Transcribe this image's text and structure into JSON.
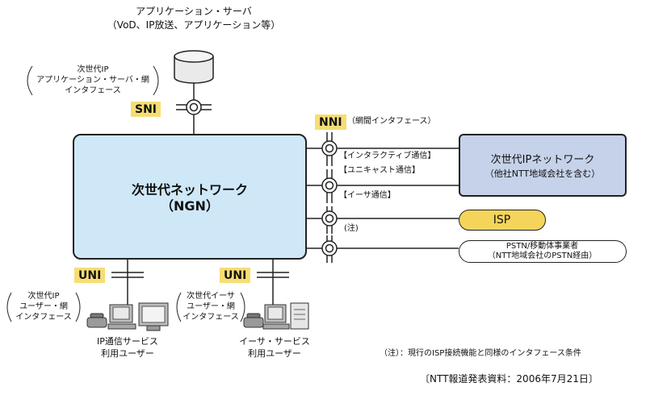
{
  "app_server": {
    "title": "アプリケーション・サーバ",
    "subtitle": "（VoD、IP放送、アプリケーション等）"
  },
  "sni": {
    "badge": "SNI",
    "label_lines": [
      "次世代IP",
      "アプリケーション・サーバ・網",
      "インタフェース"
    ]
  },
  "nni": {
    "badge": "NNI",
    "label": "（網間インタフェース）"
  },
  "ngn": {
    "line1": "次世代ネットワーク",
    "line2": "（NGN）"
  },
  "connections": {
    "interactive": "【インタラクティブ通信】",
    "unicast": "【ユニキャスト通信】",
    "ethernet": "【イーサ通信】",
    "note_mark": "(注)"
  },
  "next_ip_network": {
    "line1": "次世代IPネットワーク",
    "line2": "（他社NTT地域会社を含む）"
  },
  "isp": {
    "label": "ISP"
  },
  "pstn": {
    "line1": "PSTN/移動体事業者",
    "line2": "（NTT地域会社のPSTN経由）"
  },
  "uni_left": {
    "badge": "UNI",
    "label_lines": [
      "次世代IP",
      "ユーザー・網",
      "インタフェース"
    ],
    "user_lines": [
      "IP通信サービス",
      "利用ユーザー"
    ]
  },
  "uni_right": {
    "badge": "UNI",
    "label_lines": [
      "次世代イーサ",
      "ユーザー・網",
      "インタフェース"
    ],
    "user_lines": [
      "イーサ・サービス",
      "利用ユーザー"
    ]
  },
  "footnote": "（注）：現行のISP接続機能と同様のインタフェース条件",
  "source": "〔NTT報道発表資料：2006年7月21日〕",
  "colors": {
    "ngn_fill": "#cfe8f8",
    "next_ip_fill": "#c6d2ea",
    "isp_fill": "#f4d45a",
    "badge_fill": "#f6dd74"
  }
}
